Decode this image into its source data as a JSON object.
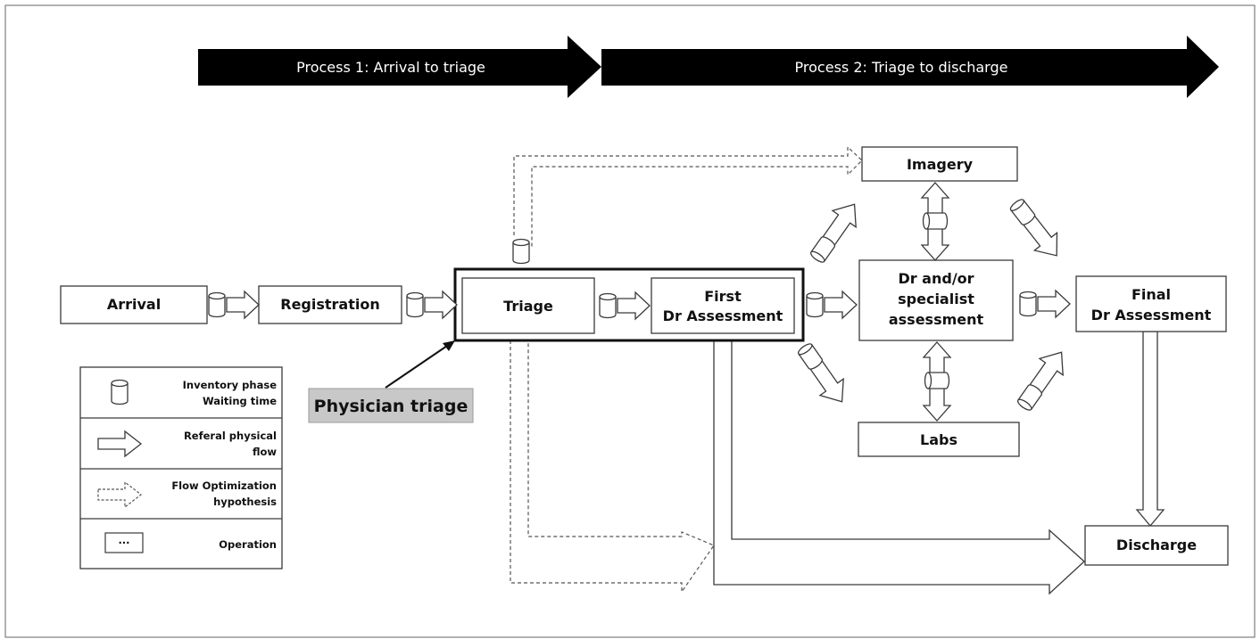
{
  "banner": {
    "process1": "Process 1: Arrival to triage",
    "process2": "Process 2: Triage to discharge"
  },
  "nodes": {
    "arrival": "Arrival",
    "registration": "Registration",
    "triage": "Triage",
    "first_dr_line1": "First",
    "first_dr_line2": "Dr Assessment",
    "specialist_line1": "Dr and/or",
    "specialist_line2": "specialist",
    "specialist_line3": "assessment",
    "imagery": "Imagery",
    "labs": "Labs",
    "final_dr_line1": "Final",
    "final_dr_line2": "Dr Assessment",
    "discharge": "Discharge"
  },
  "callout": {
    "label": "Physician triage"
  },
  "legend": {
    "inventory_line1": "Inventory phase",
    "inventory_line2": "Waiting time",
    "referral_line1": "Referal physical",
    "referral_line2": "flow",
    "optimization_line1": "Flow Optimization",
    "optimization_line2": "hypothesis",
    "operation_symbol": "...",
    "operation": "Operation"
  },
  "colors": {
    "banner": "#000000",
    "callout_fill": "#c8c8c8",
    "stroke": "#3a3a3a"
  }
}
